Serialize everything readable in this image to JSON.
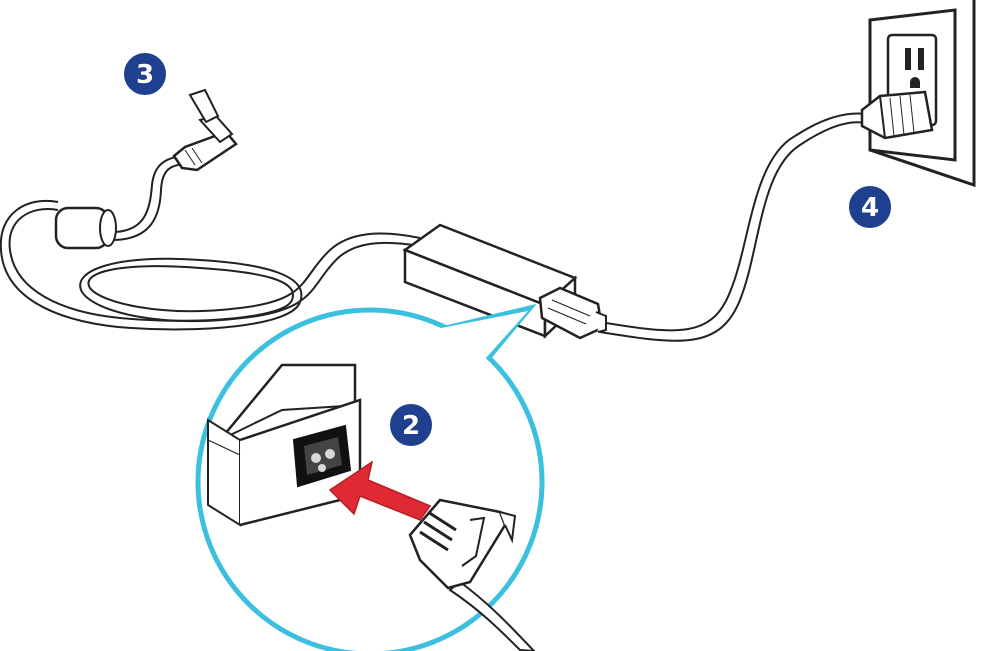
{
  "colors": {
    "badge": "#1f3f8f",
    "zoom_ring": "#3cc0e0",
    "arrow": "#e02a33",
    "outline": "#222222",
    "body_fill": "#ffffff",
    "shade": "#e6e6e6"
  },
  "steps": [
    {
      "label": "2"
    },
    {
      "label": "3"
    },
    {
      "label": "4"
    }
  ]
}
